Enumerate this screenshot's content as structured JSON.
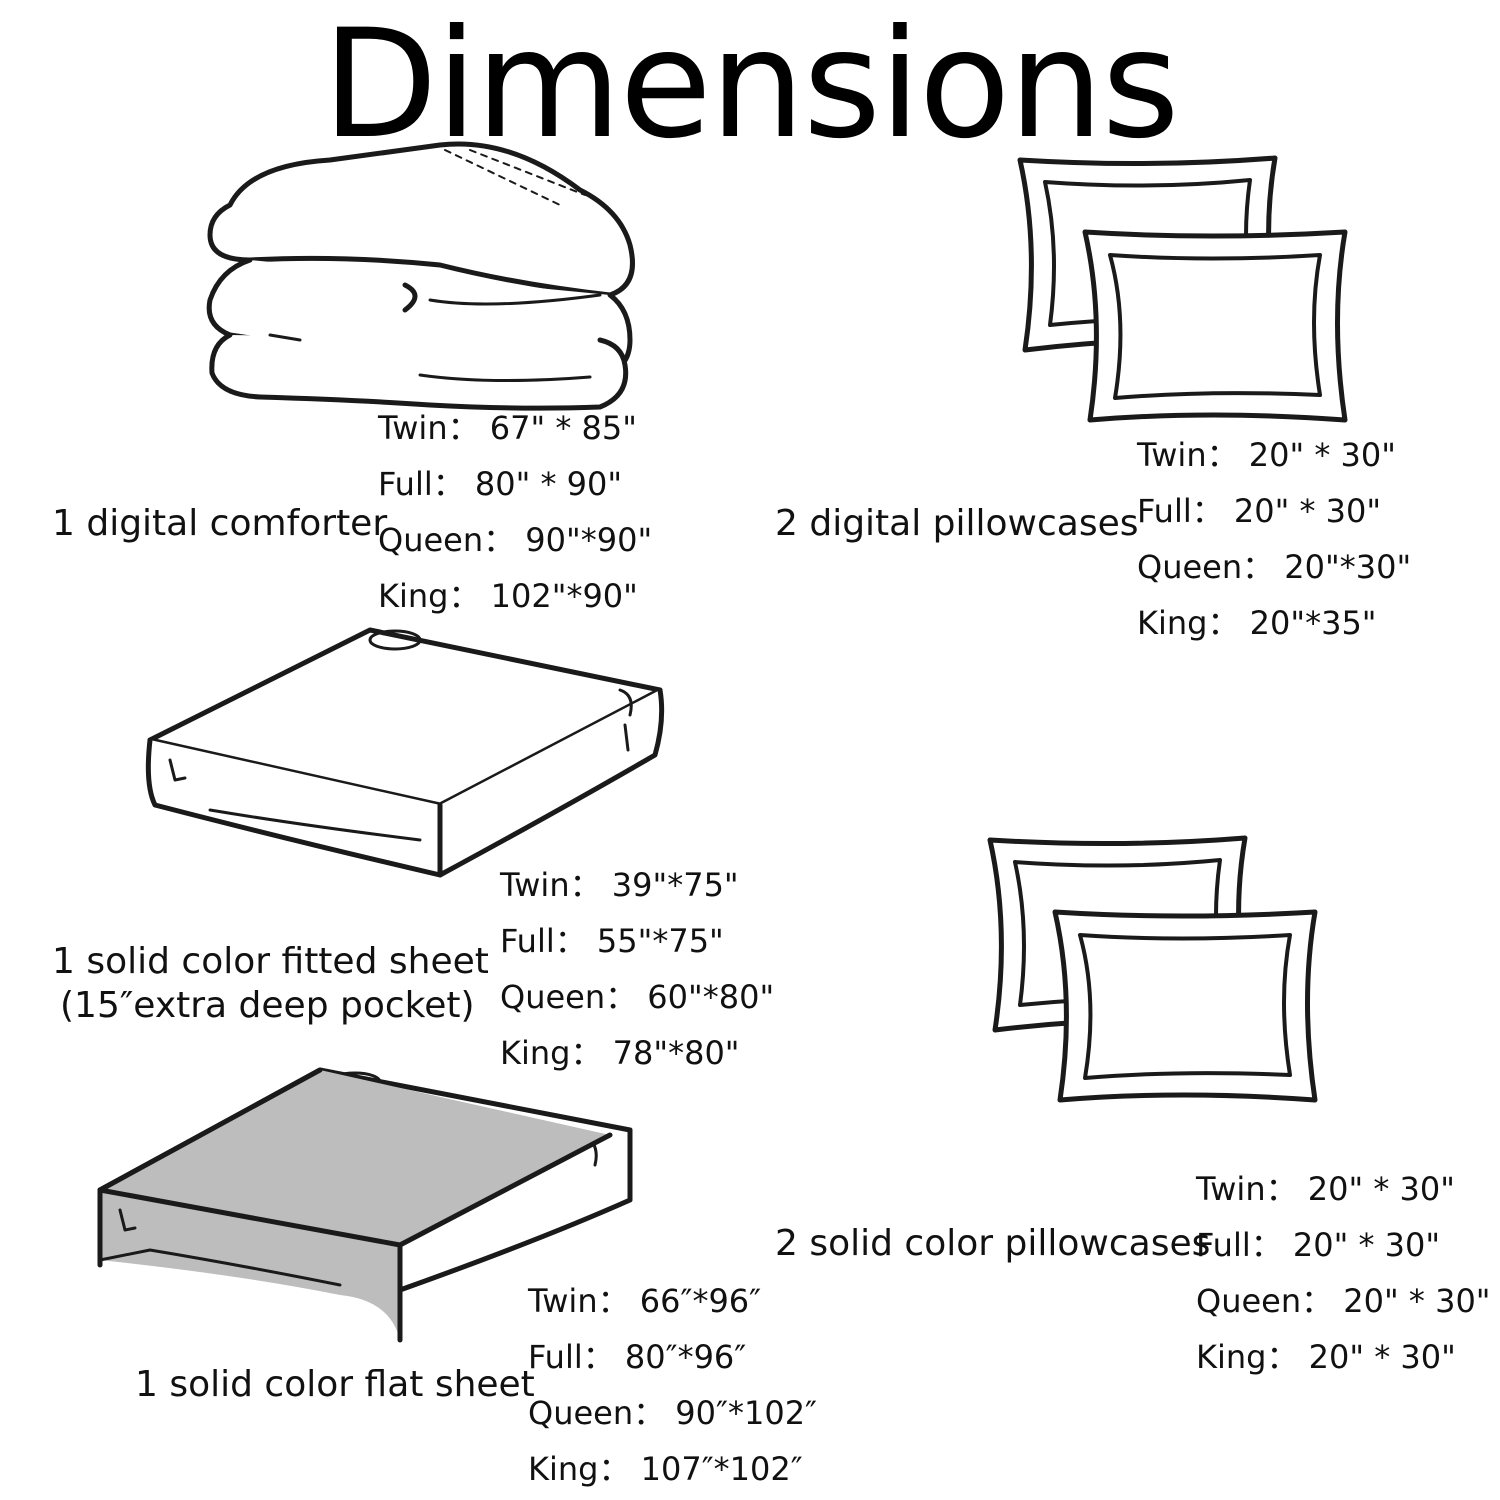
{
  "title": "Dimensions",
  "colors": {
    "line": "#1a1a1a",
    "sheet_fill": "#bdbdbd"
  },
  "items": [
    {
      "label": "1 digital comforter",
      "sizes": [
        "Twin： 67\" * 85\"",
        "Full： 80\" * 90\"",
        "Queen： 90\"*90\"",
        "King： 102\"*90\""
      ],
      "icon": "folded-comforter-icon"
    },
    {
      "label": "2 digital pillowcases",
      "sizes": [
        "Twin： 20\" * 30\"",
        "Full： 20\" * 30\"",
        "Queen： 20\"*30\"",
        "King： 20\"*35\""
      ],
      "icon": "pillowcases-icon"
    },
    {
      "label": "1 solid color fitted sheet",
      "label2": "(15″extra deep pocket)",
      "sizes": [
        "Twin： 39\"*75\"",
        "Full： 55\"*75\"",
        "Queen： 60\"*80\"",
        "King： 78\"*80\""
      ],
      "icon": "fitted-sheet-icon"
    },
    {
      "label": "2 solid color pillowcases",
      "sizes": [
        "Twin： 20\" * 30\"",
        "Full： 20\" * 30\"",
        "Queen： 20\" * 30\"",
        "King： 20\" * 30\""
      ],
      "icon": "pillowcases-icon"
    },
    {
      "label": "1  solid color flat sheet",
      "sizes": [
        "Twin： 66″*96″",
        "Full： 80″*96″",
        "Queen： 90″*102″",
        "King： 107″*102″"
      ],
      "icon": "flat-sheet-icon"
    }
  ]
}
